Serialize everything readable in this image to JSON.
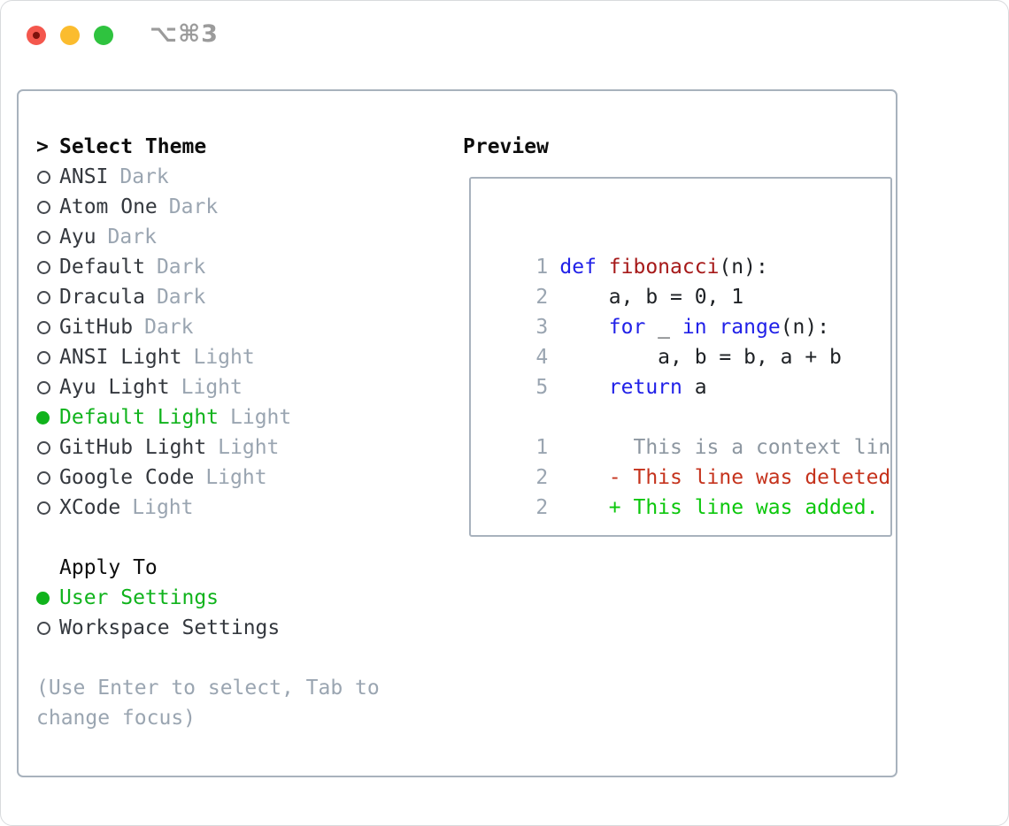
{
  "window": {
    "shortcut_label": "⌥⌘3",
    "traffic_lights": [
      "close",
      "minimize",
      "zoom"
    ]
  },
  "colors": {
    "accent_green": "#10b31c",
    "added_green": "#0cc70c",
    "deleted_red": "#c5331d",
    "keyword_blue": "#2121e8",
    "function_red": "#a61919",
    "muted_gray": "#9aa5b1",
    "border_gray": "#a8b2bd",
    "light_close": "#f4574d",
    "light_minimize": "#fbbc2e",
    "light_zoom": "#2fc33f"
  },
  "theme_panel": {
    "header_prefix": ">",
    "header": "Select Theme",
    "items": [
      {
        "label": "ANSI",
        "variant": "Dark",
        "selected": false
      },
      {
        "label": "Atom One",
        "variant": "Dark",
        "selected": false
      },
      {
        "label": "Ayu",
        "variant": "Dark",
        "selected": false
      },
      {
        "label": "Default",
        "variant": "Dark",
        "selected": false
      },
      {
        "label": "Dracula",
        "variant": "Dark",
        "selected": false
      },
      {
        "label": "GitHub",
        "variant": "Dark",
        "selected": false
      },
      {
        "label": "ANSI Light",
        "variant": "Light",
        "selected": false
      },
      {
        "label": "Ayu Light",
        "variant": "Light",
        "selected": false
      },
      {
        "label": "Default Light",
        "variant": "Light",
        "selected": true
      },
      {
        "label": "GitHub Light",
        "variant": "Light",
        "selected": false
      },
      {
        "label": "Google Code",
        "variant": "Light",
        "selected": false
      },
      {
        "label": "XCode",
        "variant": "Light",
        "selected": false
      }
    ],
    "apply_to": {
      "header": "Apply To",
      "options": [
        {
          "label": "User Settings",
          "selected": true
        },
        {
          "label": "Workspace Settings",
          "selected": false
        }
      ]
    },
    "hint": "(Use Enter to select, Tab to change focus)"
  },
  "preview": {
    "header": "Preview",
    "code_lines": [
      {
        "num": "1",
        "segments": [
          {
            "text": "def",
            "type": "keyword"
          },
          {
            "text": " ",
            "type": "plain"
          },
          {
            "text": "fibonacci",
            "type": "function"
          },
          {
            "text": "(n):",
            "type": "plain"
          }
        ]
      },
      {
        "num": "2",
        "segments": [
          {
            "text": "    a, b = 0, 1",
            "type": "plain"
          }
        ]
      },
      {
        "num": "3",
        "segments": [
          {
            "text": "    ",
            "type": "plain"
          },
          {
            "text": "for",
            "type": "keyword"
          },
          {
            "text": " _ ",
            "type": "plain"
          },
          {
            "text": "in",
            "type": "keyword"
          },
          {
            "text": " ",
            "type": "plain"
          },
          {
            "text": "range",
            "type": "keyword"
          },
          {
            "text": "(n):",
            "type": "plain"
          }
        ]
      },
      {
        "num": "4",
        "segments": [
          {
            "text": "        a, b = b, a + b",
            "type": "plain"
          }
        ]
      },
      {
        "num": "5",
        "segments": [
          {
            "text": "    ",
            "type": "plain"
          },
          {
            "text": "return",
            "type": "keyword"
          },
          {
            "text": " a",
            "type": "plain"
          }
        ]
      },
      {
        "num": "",
        "segments": []
      },
      {
        "num": "1",
        "segments": [
          {
            "text": "      This is a context line.",
            "type": "context"
          }
        ]
      },
      {
        "num": "2",
        "segments": [
          {
            "text": "    - This line was deleted.",
            "type": "deleted"
          }
        ]
      },
      {
        "num": "2",
        "segments": [
          {
            "text": "    + This line was added.",
            "type": "added"
          }
        ]
      }
    ]
  }
}
